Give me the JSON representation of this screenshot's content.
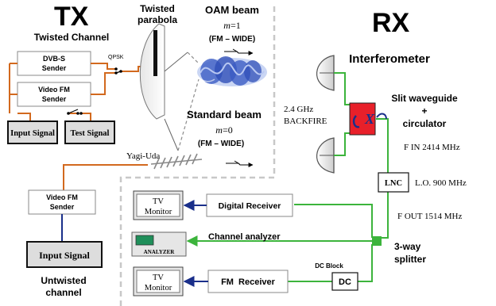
{
  "tx": {
    "heading": "TX",
    "twisted_channel": "Twisted Channel",
    "dvbs_sender": [
      "DVB-S",
      "Sender"
    ],
    "qpsk": "QPSK",
    "video_fm_sender": [
      "Video FM",
      "Sender"
    ],
    "input_signal": "Input Signal",
    "test_signal": "Test Signal",
    "twisted_parabola": [
      "Twisted",
      "parabola"
    ],
    "yagi_uda": "Yagi-Uda",
    "video_fm_sender_2": [
      "Video FM",
      "Sender"
    ],
    "input_signal_2": "Input Signal",
    "untwisted_channel": [
      "Untwisted",
      "channel"
    ]
  },
  "beams": {
    "oam_title": "OAM beam",
    "oam_m_var": "m",
    "oam_m_val": "=1",
    "oam_mode": "(FM – WIDE)",
    "std_title": "Standard beam",
    "std_m_var": "m",
    "std_m_val": "=0",
    "std_mode": "(FM – WIDE)"
  },
  "rx": {
    "heading": "RX",
    "interferometer": "Interferometer",
    "backfire": [
      "2.4 GHz",
      "BACKFIRE"
    ],
    "slit_waveguide": [
      "Slit waveguide",
      "+",
      "circulator"
    ],
    "x_mark": "X",
    "f_in": "F  IN 2414 MHz",
    "lnc": "LNC",
    "lo": "L.O. 900 MHz",
    "f_out": "F OUT 1514 MHz",
    "splitter": [
      "3-way",
      "splitter"
    ],
    "tv_monitor_1": [
      "TV",
      "Monitor"
    ],
    "digital_receiver": "Digital Receiver",
    "channel_analyzer": "Channel analyzer",
    "analyzer": "ANALYZER",
    "dc_block": "DC Block",
    "tv_monitor_2": [
      "TV",
      "Monitor"
    ],
    "fm_receiver": "FM  Receiver",
    "dc": "DC"
  },
  "colors": {
    "green_wire": "#3cb43c",
    "orange_wire": "#d2691e",
    "blue_wire": "#1a2f8a",
    "slit_red": "#e8202a",
    "analyzer_green": "#1f8f5a",
    "oam_blue": "#3b5cc4"
  }
}
